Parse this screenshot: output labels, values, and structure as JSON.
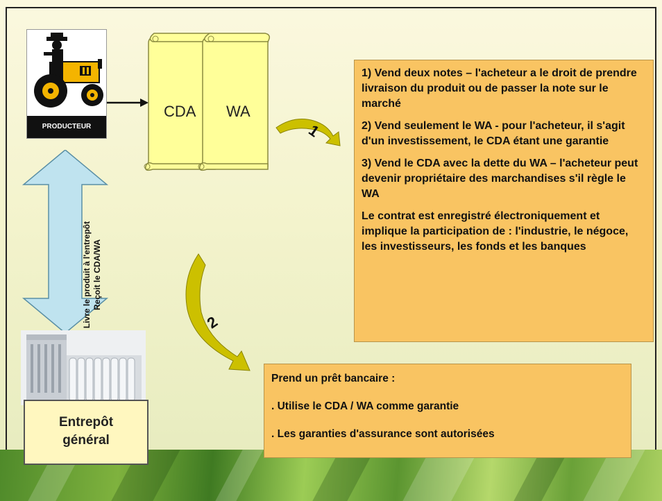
{
  "producer": {
    "label": "PRODUCTEUR"
  },
  "scrolls": {
    "left_label": "CDA",
    "right_label": "WA"
  },
  "arrows": {
    "step1": "1",
    "step2": "2"
  },
  "double_arrow": {
    "line1": "Livre le produit à l'entrepôt",
    "line2": "Reçoit le CDA/WA"
  },
  "options_box": {
    "items": [
      "1) Vend deux notes – l'acheteur a le droit de prendre livraison du produit ou de passer la note sur le marché",
      "2) Vend seulement le WA -  pour l'acheteur, il s'agit d'un investissement, le CDA étant une garantie",
      "3) Vend le CDA avec la dette du WA – l'acheteur peut devenir propriétaire des marchandises s'il règle le WA",
      "Le contrat est enregistré électroniquement et implique la participation de : l'industrie, le négoce, les investisseurs, les fonds et les banques"
    ]
  },
  "loan_box": {
    "title": "Prend un prêt bancaire :",
    "line1": ". Utilise le CDA / WA comme garantie",
    "line2": ". Les garanties d'assurance sont autorisées"
  },
  "warehouse": {
    "line1": "Entrepôt",
    "line2": "général"
  },
  "colors": {
    "box_fill": "#f9c462",
    "scroll_fill": "#ffff99",
    "arrow_fill": "#ccc000",
    "double_arrow_fill": "#bfe3ef"
  }
}
